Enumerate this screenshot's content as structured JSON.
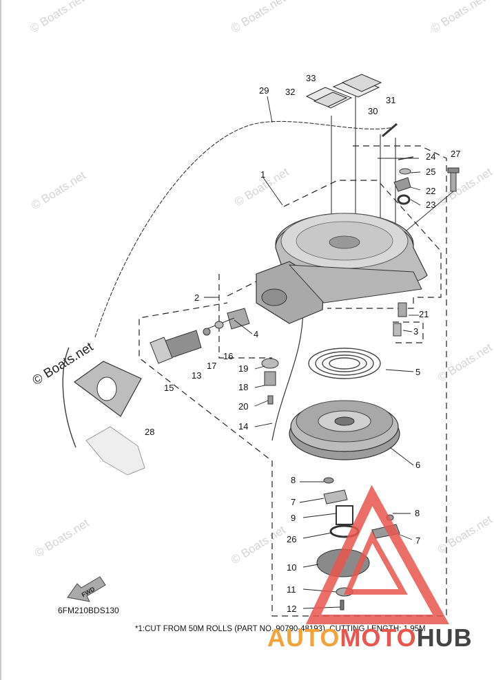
{
  "watermark": "© Boats.net",
  "diagram_code": "6FM210BDS130",
  "footnote": "*1:CUT FROM 50M ROLLS (PART NO. 90790-48193), CUTTING LENGTH: 1.95M",
  "fwd_label": "FWD",
  "logo": {
    "part1": "AUTO",
    "part2": "MOTO",
    "part3": "HUB",
    "colors": {
      "auto": "#f2a33a",
      "moto": "#e8564e",
      "hub": "#444444"
    }
  },
  "callouts": {
    "c33": "33",
    "c32": "32",
    "c31": "31",
    "c30": "30",
    "c29": "29",
    "c24": "24",
    "c25": "25",
    "c27": "27",
    "c22": "22",
    "c23": "23",
    "c1": "1",
    "c2": "2",
    "c21": "21",
    "c3": "3",
    "c4": "4",
    "c16": "16",
    "c17": "17",
    "c13": "13",
    "c15": "15",
    "c19": "19",
    "c18": "18",
    "c20": "20",
    "c5": "5",
    "c14": "14",
    "c28": "28",
    "c6": "6",
    "c8a": "8",
    "c7a": "7",
    "c9": "9",
    "c8b": "8",
    "c26": "26",
    "c7b": "7",
    "c10": "10",
    "c11": "11",
    "c12": "12"
  }
}
